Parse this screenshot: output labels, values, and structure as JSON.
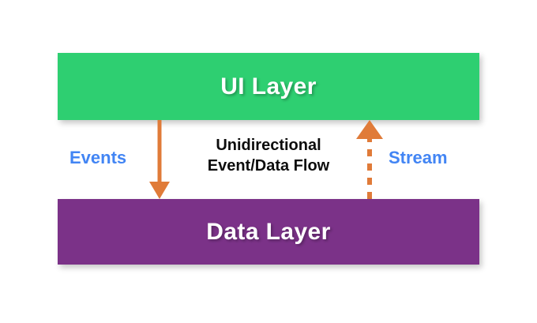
{
  "diagram": {
    "title": "Unidirectional Event/Data Flow",
    "background_color": "#ffffff",
    "layers": [
      {
        "id": "ui-layer",
        "label": "UI Layer",
        "color": "#2ecf71",
        "text_color": "#ffffff",
        "position": "top"
      },
      {
        "id": "data-layer",
        "label": "Data Layer",
        "color": "#7b3288",
        "text_color": "#ffffff",
        "position": "bottom"
      }
    ],
    "center_caption": {
      "line1": "Unidirectional",
      "line2": "Event/Data Flow",
      "color": "#0d0d0d"
    },
    "flows": [
      {
        "id": "events-flow",
        "label": "Events",
        "label_color": "#4285f4",
        "arrow_color": "#e07b39",
        "direction": "down",
        "line_style": "solid",
        "from": "UI Layer",
        "to": "Data Layer"
      },
      {
        "id": "stream-flow",
        "label": "Stream",
        "label_color": "#4285f4",
        "arrow_color": "#e07b39",
        "direction": "up",
        "line_style": "dashed",
        "from": "Data Layer",
        "to": "UI Layer"
      }
    ]
  }
}
